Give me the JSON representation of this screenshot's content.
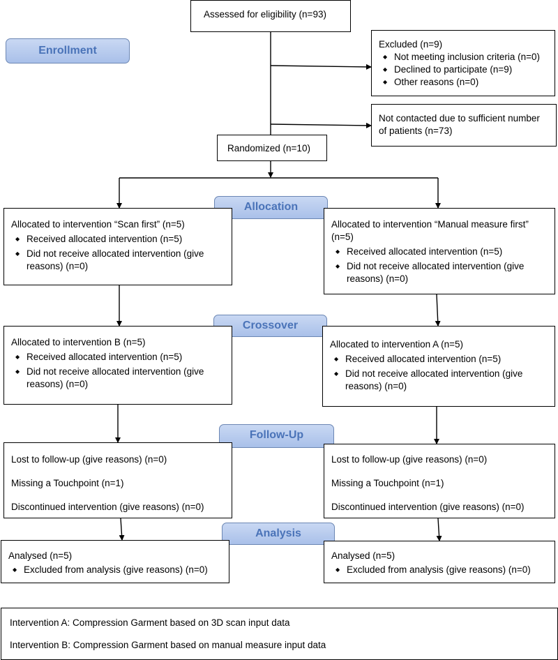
{
  "stages": {
    "enrollment": "Enrollment",
    "allocation": "Allocation",
    "crossover": "Crossover",
    "followup": "Follow-Up",
    "analysis": "Analysis"
  },
  "assessed": "Assessed for eligibility (n=93)",
  "excluded": {
    "title": "Excluded (n=9)",
    "items": [
      "Not meeting inclusion criteria (n=0)",
      "Declined to participate (n=9)",
      "Other reasons (n=0)"
    ]
  },
  "not_contacted": "Not contacted due to sufficient number of patients (n=73)",
  "randomized": "Randomized (n=10)",
  "alloc_left": {
    "title": "Allocated to intervention “Scan first” (n=5)",
    "received": "Received allocated intervention (n=5)",
    "not_received": "Did not receive allocated intervention (give reasons) (n=0)"
  },
  "alloc_right": {
    "title": "Allocated to intervention “Manual measure first” (n=5)",
    "received": "Received allocated intervention (n=5)",
    "not_received": "Did not receive allocated intervention (give reasons) (n=0)"
  },
  "cross_left": {
    "title": "Allocated to intervention B (n=5)",
    "received": "Received allocated intervention (n=5)",
    "not_received": "Did not receive allocated intervention (give reasons) (n=0)"
  },
  "cross_right": {
    "title": "Allocated to intervention A (n=5)",
    "received": "Received allocated intervention (n=5)",
    "not_received": "Did not receive allocated intervention (give reasons) (n=0)"
  },
  "follow_left": {
    "lost": "Lost to follow-up (give reasons) (n=0)",
    "missing": "Missing a Touchpoint (n=1)",
    "discontinued": "Discontinued intervention (give reasons) (n=0)"
  },
  "follow_right": {
    "lost": "Lost to follow-up (give reasons) (n=0)",
    "missing": "Missing a Touchpoint (n=1)",
    "discontinued": "Discontinued intervention (give reasons) (n=0)"
  },
  "analysis_left": {
    "analysed": "Analysed  (n=5)",
    "excluded": "Excluded from analysis (give reasons) (n=0)"
  },
  "analysis_right": {
    "analysed": "Analysed  (n=5)",
    "excluded": "Excluded from analysis (give reasons) (n=0)"
  },
  "legend": {
    "a": "Intervention A: Compression Garment based on 3D scan input data",
    "b": "Intervention B: Compression Garment based on manual measure input data"
  }
}
